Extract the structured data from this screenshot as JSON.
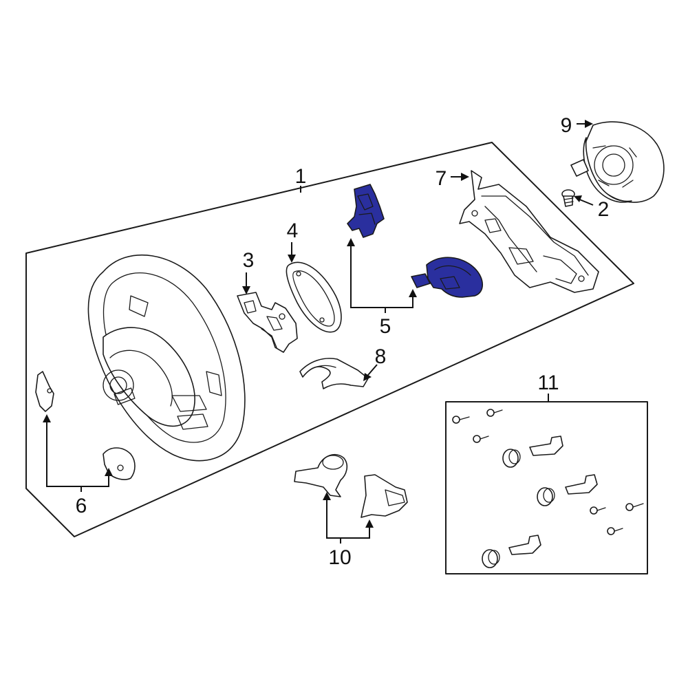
{
  "colors": {
    "highlight": "#2a2f9e",
    "highlight_light": "#4a52c4",
    "line": "#1a1a1a",
    "background": "#ffffff"
  },
  "callouts": {
    "c1": "1",
    "c2": "2",
    "c3": "3",
    "c4": "4",
    "c5": "5",
    "c6": "6",
    "c7": "7",
    "c8": "8",
    "c9": "9",
    "c10": "10",
    "c11": "11"
  }
}
